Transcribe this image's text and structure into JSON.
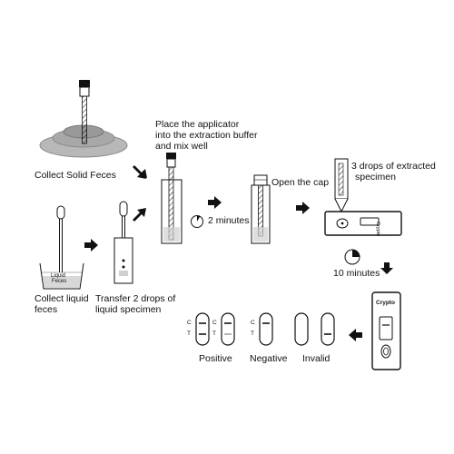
{
  "steps": {
    "collect_solid": "Collect Solid Feces",
    "collect_liquid_1": "Collect liquid",
    "collect_liquid_2": "feces",
    "beaker_text_1": "Liquid",
    "beaker_text_2": "Feces",
    "transfer_1": "Transfer 2 drops of",
    "transfer_2": "liquid specimen",
    "place_1": "Place the applicator",
    "place_2": "into the extraction buffer",
    "place_3": "and mix well",
    "wait_2": "2 minutes",
    "open_cap": "Open the cap",
    "drops_1": "3 drops of extracted",
    "drops_2": "specimen",
    "wait_10": "10 minutes",
    "device_label": "Crypto",
    "device_label_small": "Crypto"
  },
  "results": {
    "positive": "Positive",
    "negative": "Negative",
    "invalid": "Invalid",
    "c": "C",
    "t": "T"
  },
  "colors": {
    "ink": "#111111",
    "gray": "#9a9a9a",
    "light_gray": "#cfcfcf"
  }
}
